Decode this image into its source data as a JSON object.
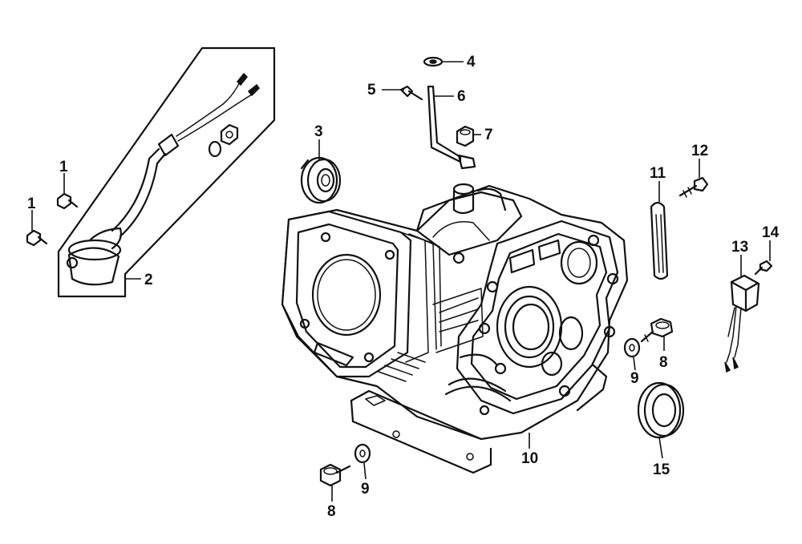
{
  "callouts": [
    {
      "id": "c1a",
      "label": "1"
    },
    {
      "id": "c1b",
      "label": "1"
    },
    {
      "id": "c2",
      "label": "2"
    },
    {
      "id": "c3",
      "label": "3"
    },
    {
      "id": "c4",
      "label": "4"
    },
    {
      "id": "c5",
      "label": "5"
    },
    {
      "id": "c6",
      "label": "6"
    },
    {
      "id": "c7",
      "label": "7"
    },
    {
      "id": "c8a",
      "label": "8"
    },
    {
      "id": "c8b",
      "label": "8"
    },
    {
      "id": "c9a",
      "label": "9"
    },
    {
      "id": "c9b",
      "label": "9"
    },
    {
      "id": "c10",
      "label": "10"
    },
    {
      "id": "c11",
      "label": "11"
    },
    {
      "id": "c12",
      "label": "12"
    },
    {
      "id": "c13",
      "label": "13"
    },
    {
      "id": "c14",
      "label": "14"
    },
    {
      "id": "c15",
      "label": "15"
    }
  ]
}
